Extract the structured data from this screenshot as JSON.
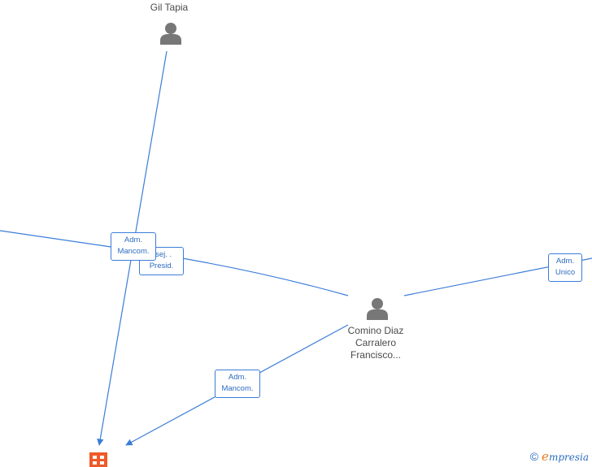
{
  "nodes": {
    "gil_tapia": {
      "label": "Gil Tapia",
      "icon": "person-icon"
    },
    "comino": {
      "label_lines": [
        "Comino Diaz",
        "Carralero",
        "Francisco..."
      ],
      "icon": "person-icon"
    },
    "company": {
      "icon": "building-icon",
      "color": "#f05a28"
    }
  },
  "edges": {
    "adm_mancom_1": {
      "line1": "Adm.",
      "line2": "Mancom."
    },
    "consej_presid": {
      "line1": "nsej. .",
      "line2": "Presid."
    },
    "adm_unico": {
      "line1": "Adm.",
      "line2": "Unico"
    },
    "adm_mancom_2": {
      "line1": "Adm.",
      "line2": "Mancom."
    }
  },
  "colors": {
    "edge": "#3b7dd8",
    "person": "#777777",
    "company": "#f05a28"
  },
  "brand": {
    "copyright": "©",
    "e_letter": "e",
    "name": "mpresia"
  }
}
